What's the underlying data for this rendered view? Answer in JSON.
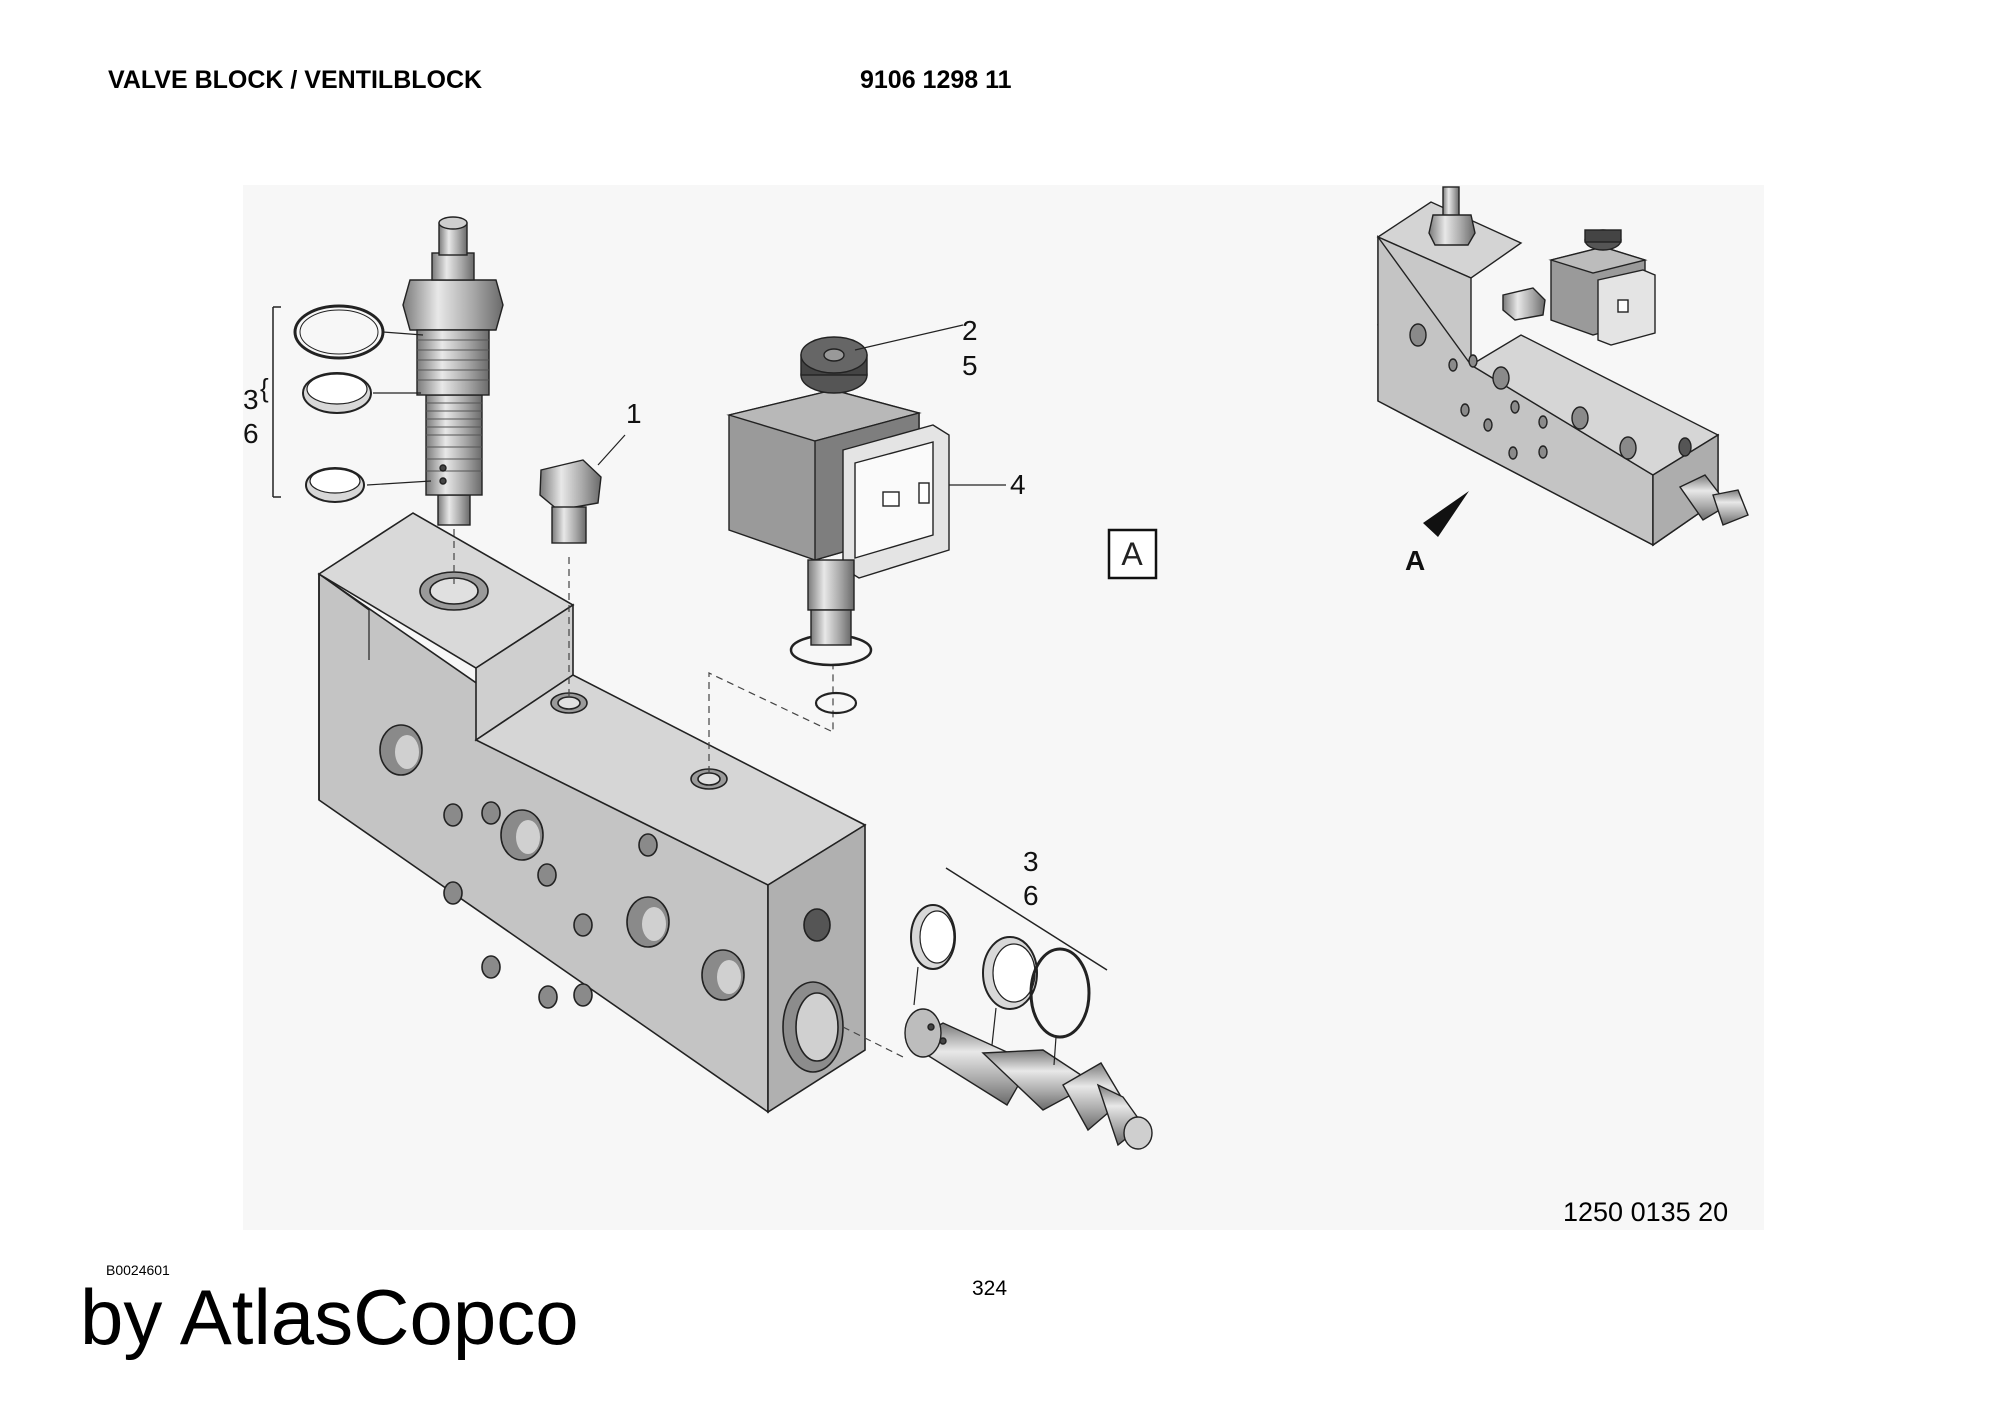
{
  "header": {
    "title": "VALVE BLOCK / VENTILBLOCK",
    "part_number": "9106 1298 11"
  },
  "drawing": {
    "callouts": {
      "c1": "1",
      "c2": "2",
      "c5": "5",
      "c4": "4",
      "c3_top": "3",
      "c6_top": "6",
      "c3_bot": "3",
      "c6_bot": "6"
    },
    "view_box_label": "A",
    "view_arrow_label": "A",
    "illustration_ref": "1250 0135 20"
  },
  "footer": {
    "drawing_id": "B0024601",
    "page_number": "324",
    "brand": "by AtlasCopco"
  }
}
